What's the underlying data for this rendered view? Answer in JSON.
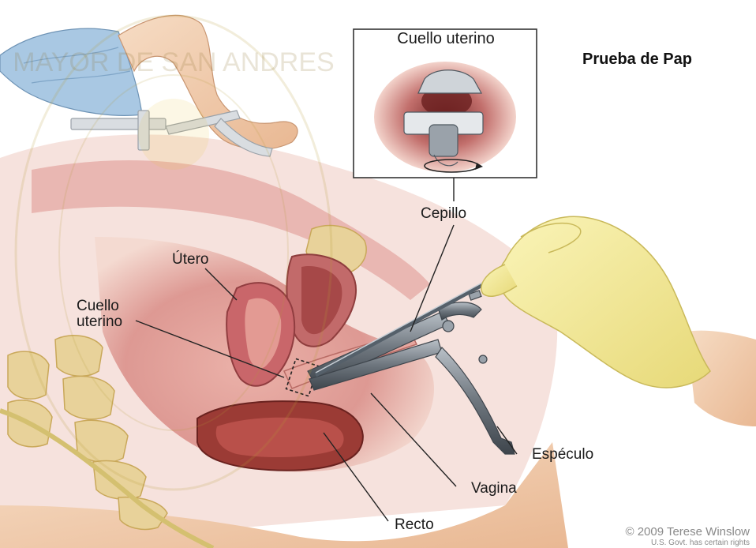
{
  "title": "Prueba de Pap",
  "inset": {
    "title": "Cuello uterino"
  },
  "labels": {
    "cepillo": "Cepillo",
    "utero": "Útero",
    "cuello_line1": "Cuello",
    "cuello_line2": "uterino",
    "especulo": "Espéculo",
    "vagina": "Vagina",
    "recto": "Recto"
  },
  "watermark": "MAYOR DE SAN ANDRES",
  "copyright": {
    "line1": "© 2009 Terese Winslow",
    "line2": "U.S. Govt. has certain rights"
  },
  "colors": {
    "skin": "#f2c9a8",
    "tissue": "#d98c86",
    "uterus": "#c9666a",
    "rectum": "#9b3b35",
    "bone": "#e8d29a",
    "gown": "#a9c8e3",
    "glove": "#f4eb9a",
    "instrument": "#7d848c"
  }
}
